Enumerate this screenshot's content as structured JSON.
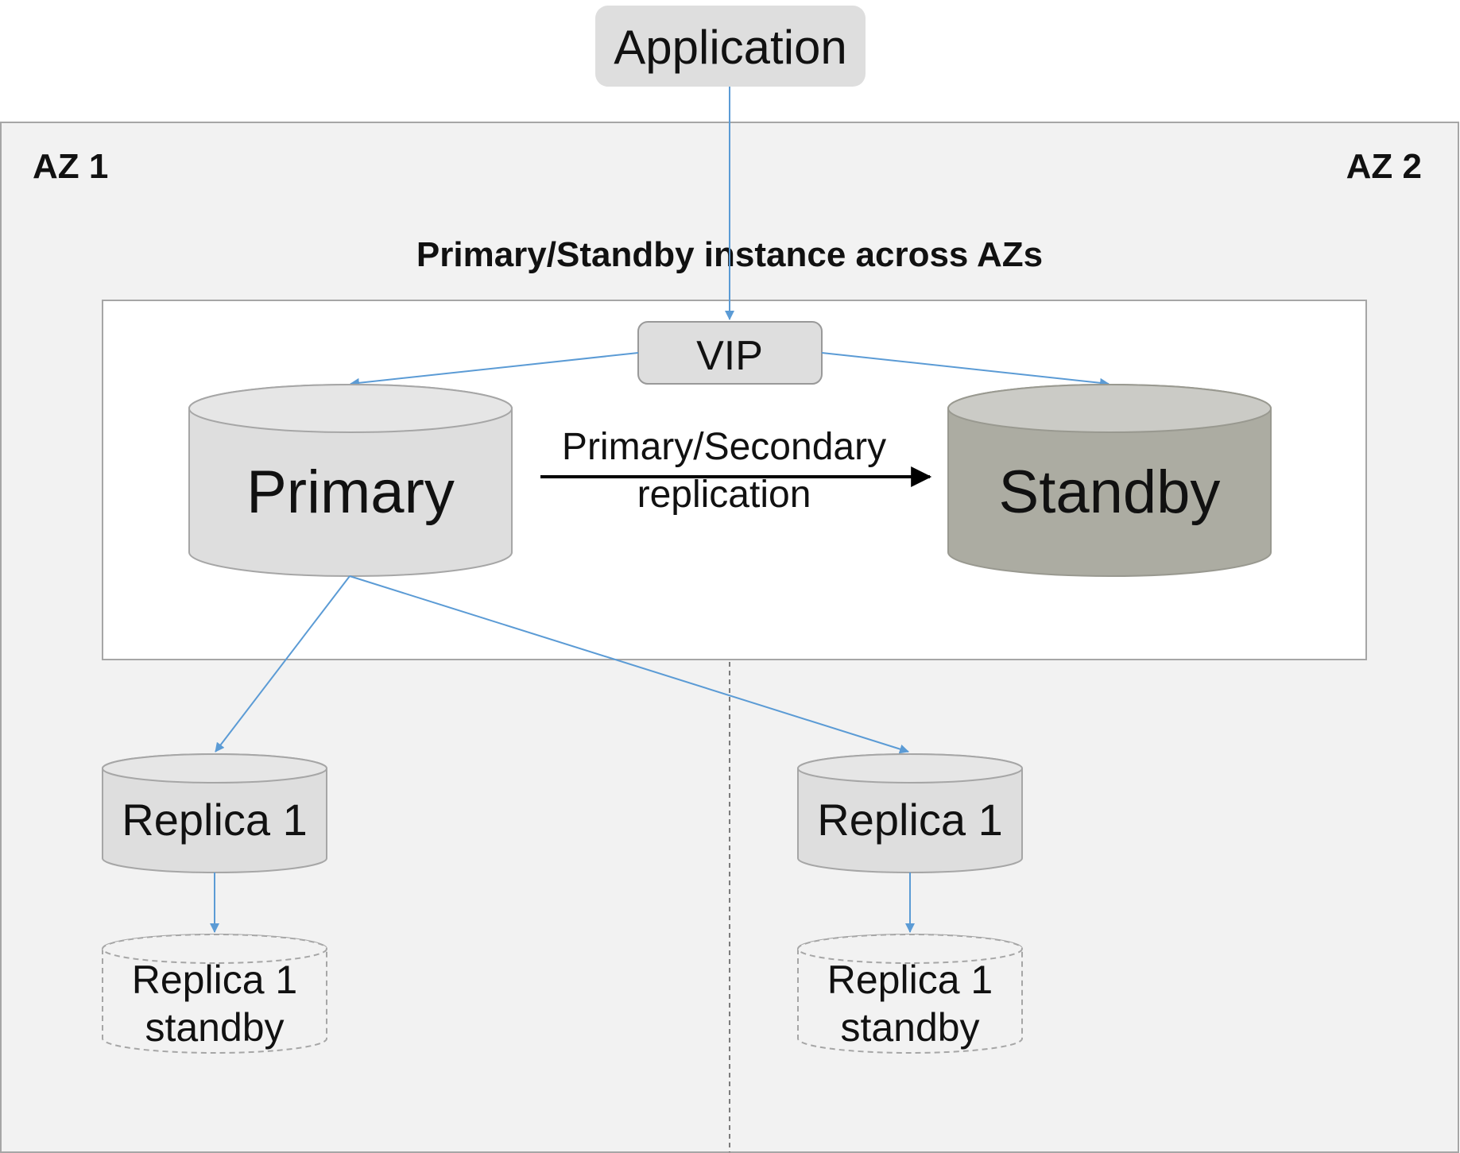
{
  "application": {
    "label": "Application"
  },
  "zones": {
    "left": "AZ 1",
    "right": "AZ 2"
  },
  "instance": {
    "title": "Primary/Standby instance across AZs"
  },
  "vip": {
    "label": "VIP"
  },
  "primary": {
    "label": "Primary"
  },
  "standby": {
    "label": "Standby"
  },
  "replication": {
    "line1": "Primary/Secondary",
    "line2": "replication"
  },
  "replicas": [
    {
      "label": "Replica 1",
      "standby_line1": "Replica 1",
      "standby_line2": "standby"
    },
    {
      "label": "Replica 1",
      "standby_line1": "Replica 1",
      "standby_line2": "standby"
    }
  ],
  "colors": {
    "arrow": "#5b9bd5",
    "primary_fill": "#dedede",
    "standby_fill": "#acaca2",
    "zone_fill": "#f2f2f2"
  }
}
